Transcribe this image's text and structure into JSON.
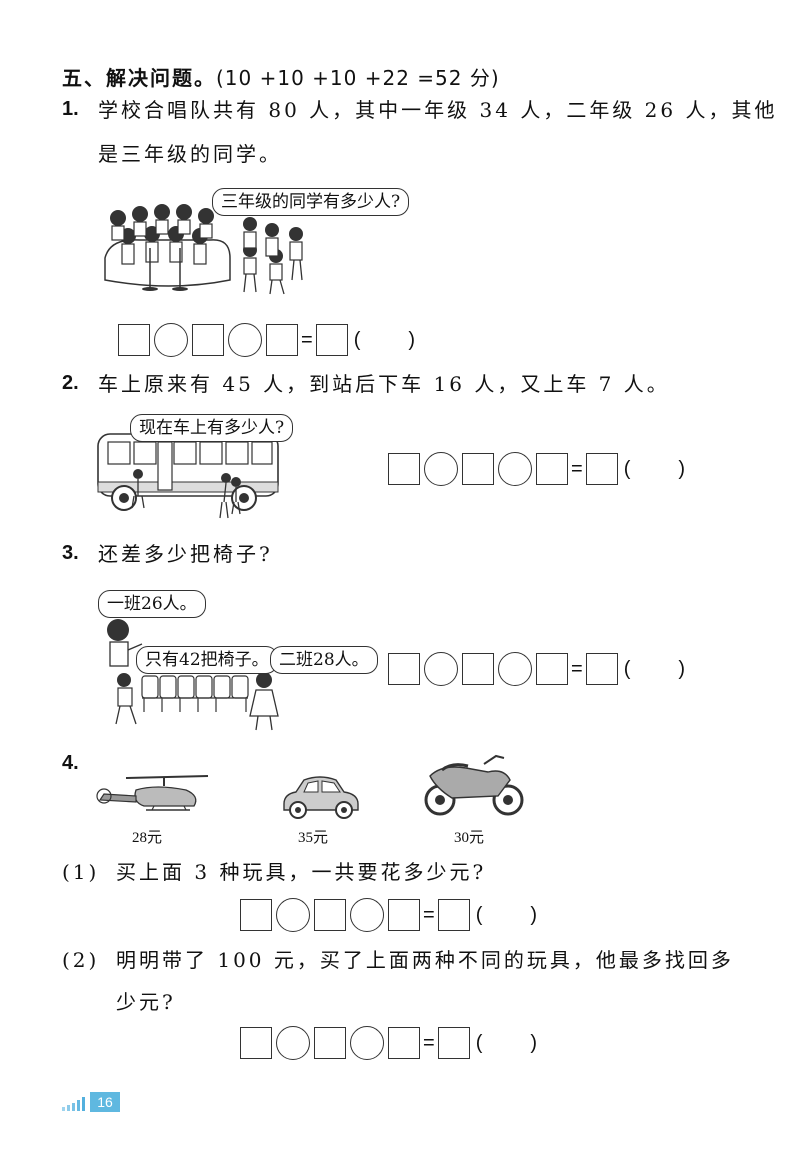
{
  "section": {
    "title": "五、解决问题。",
    "points": "(10 +10 +10 +22 =52 分)"
  },
  "q1": {
    "num": "1.",
    "line1": "学校合唱队共有 80 人，其中一年级 34 人，二年级 26 人，其他",
    "line2": "是三年级的同学。",
    "bubble": "三年级的同学有多少人?"
  },
  "q2": {
    "num": "2.",
    "line1": "车上原来有 45 人，到站后下车 16 人，又上车 7 人。",
    "bubble": "现在车上有多少人?"
  },
  "q3": {
    "num": "3.",
    "line1": "还差多少把椅子?",
    "bubble1": "一班26人。",
    "bubble2": "只有42把椅子。",
    "bubble3": "二班28人。"
  },
  "q4": {
    "num": "4.",
    "toys": [
      {
        "name": "helicopter",
        "price": "28元"
      },
      {
        "name": "car",
        "price": "35元"
      },
      {
        "name": "motorcycle",
        "price": "30元"
      }
    ],
    "sub1": {
      "label": "(1)",
      "text": "买上面 3 种玩具，一共要花多少元?"
    },
    "sub2": {
      "label": "(2)",
      "line1": "明明带了 100 元，买了上面两种不同的玩具，他最多找回多",
      "line2": "少元?"
    }
  },
  "equation": {
    "equals": "=",
    "open": "(",
    "close": ")"
  },
  "page": {
    "number": "16"
  }
}
